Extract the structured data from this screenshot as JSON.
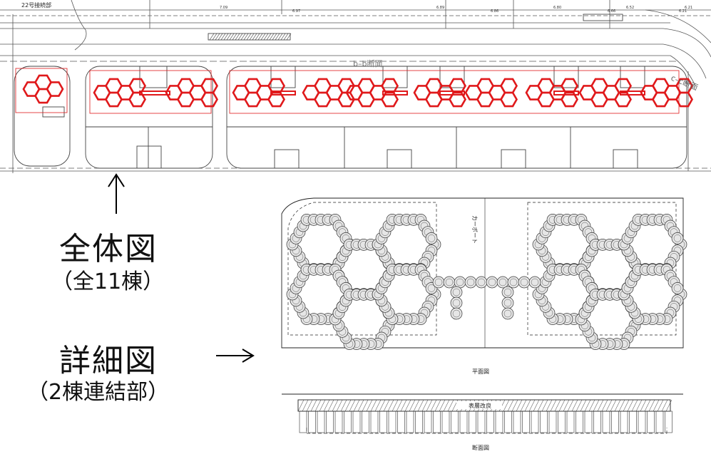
{
  "labels": {
    "overall_title": "全体図",
    "overall_sub": "（全11棟）",
    "detail_title": "詳細図",
    "detail_sub": "（2棟連結部）",
    "up_arrow": "↑",
    "right_arrow": "→"
  },
  "overview": {
    "road_label": "22号接続部",
    "section_bb": "b–b断面",
    "section_cc": "c–c断面",
    "elevations": [
      "7.09",
      "6.97",
      "6.89",
      "6.86",
      "6.80",
      "6.66",
      "6.52",
      "6.21",
      "6.21"
    ],
    "highlight_color": "#e0191b"
  },
  "detail": {
    "carport_label": "カーポート",
    "plan_label": "平面図",
    "surface_label": "表層改良",
    "section_label": "断面図"
  }
}
